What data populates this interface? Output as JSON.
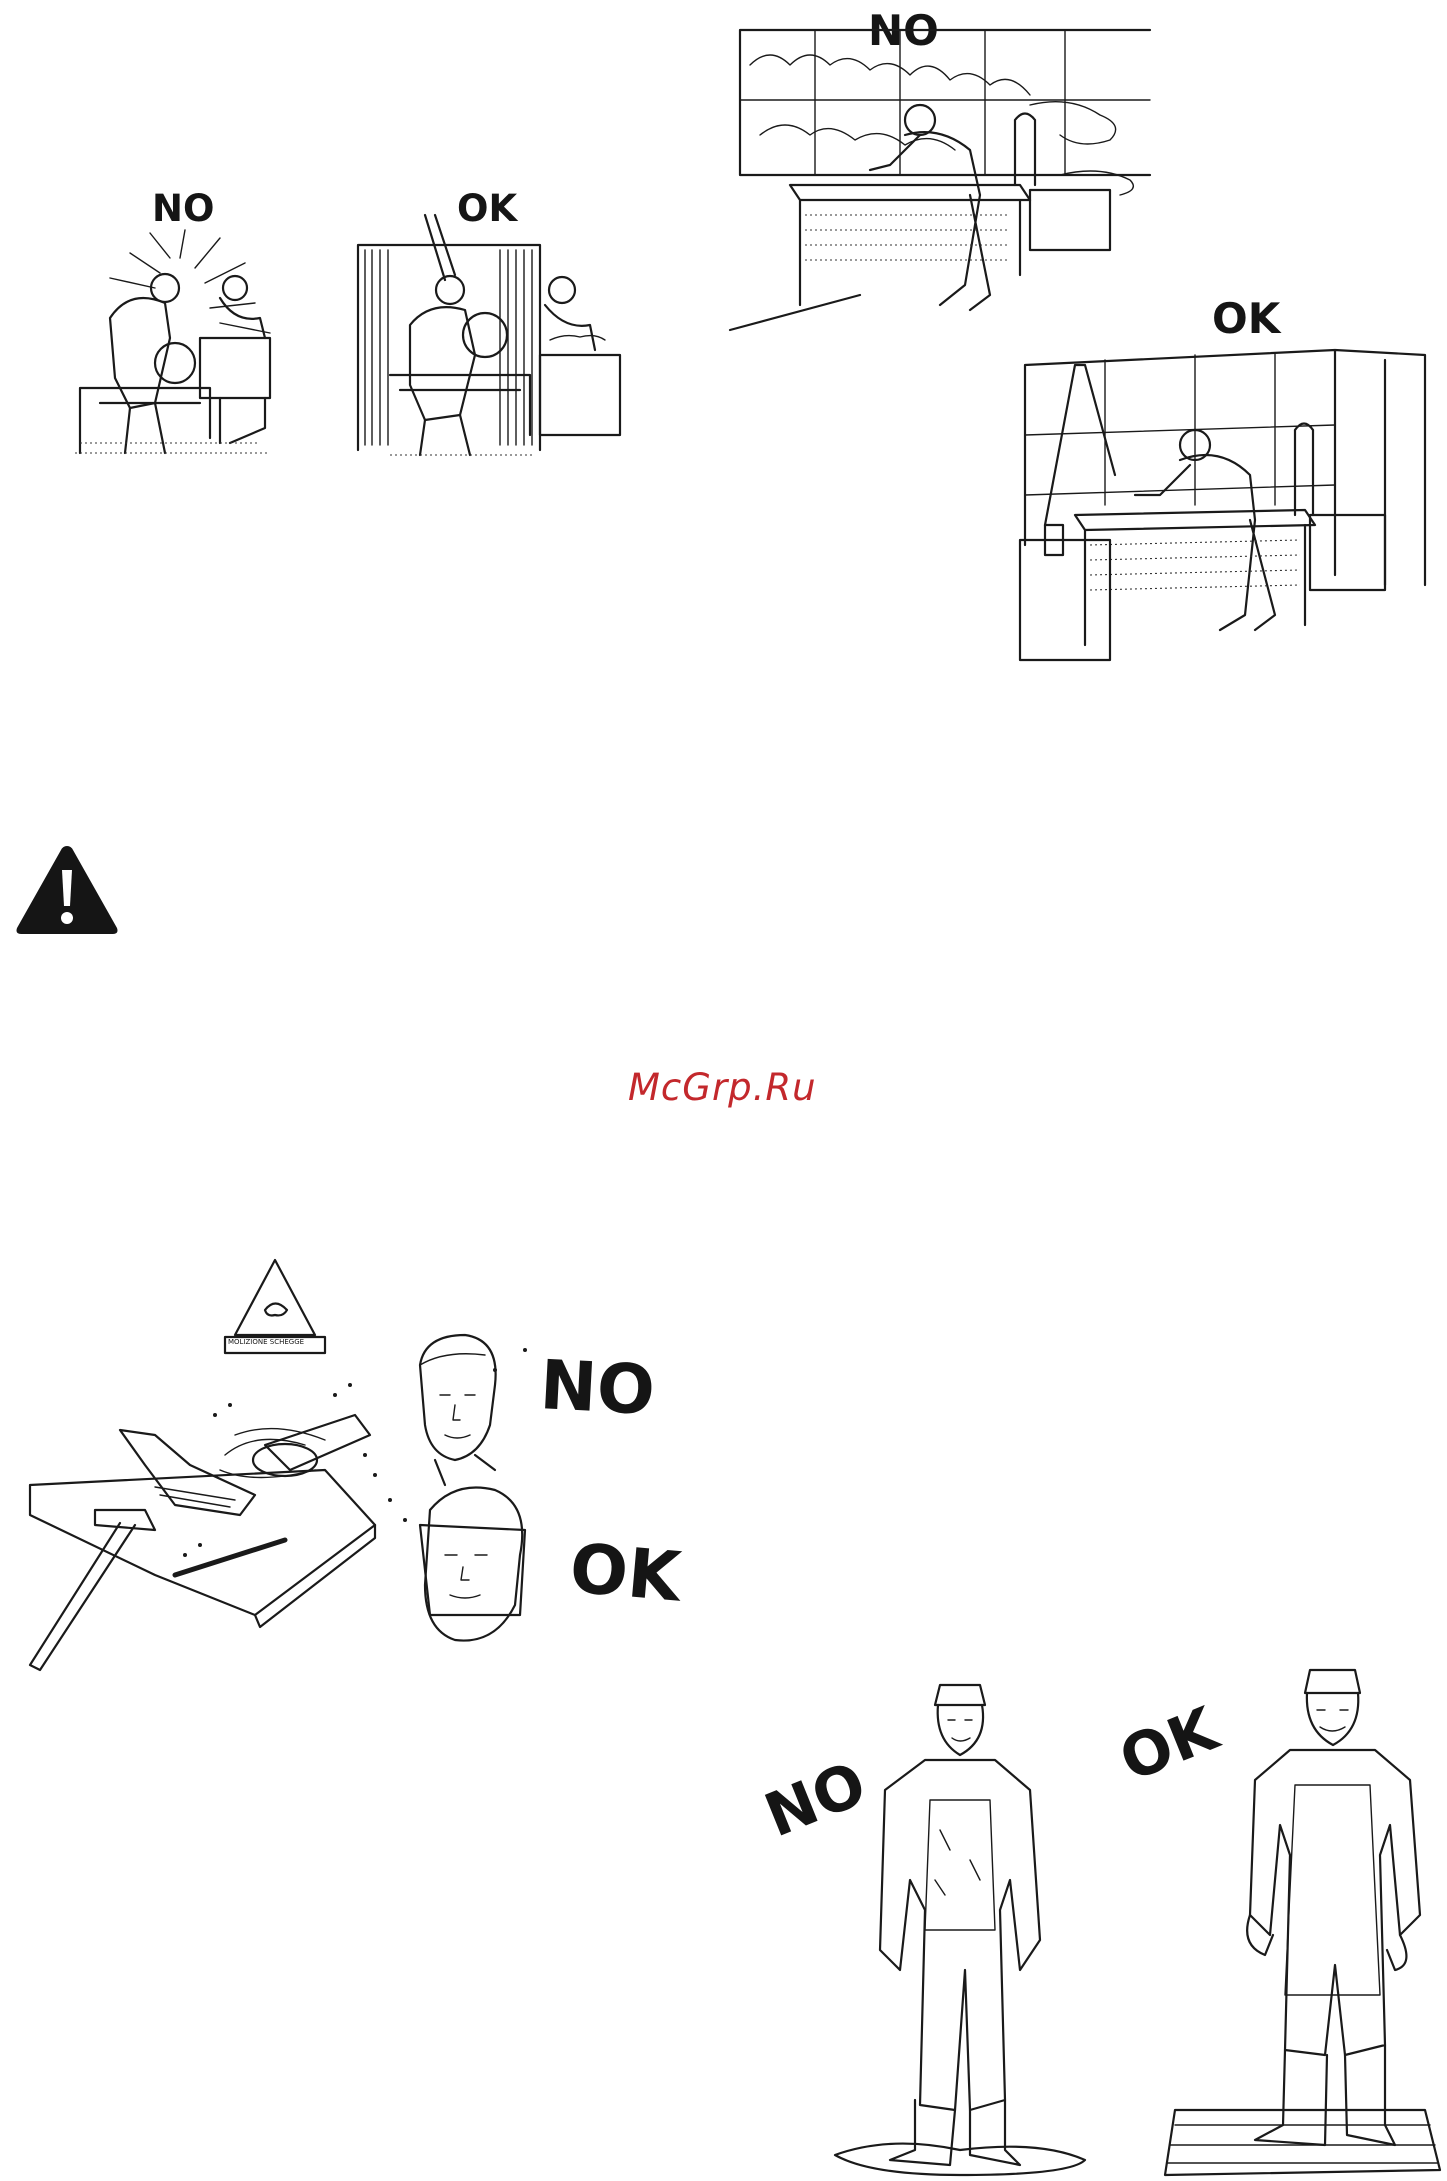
{
  "watermark": "McGrp.Ru",
  "panels": {
    "small_booth": {
      "no_label": "NO",
      "ok_label": "OK"
    },
    "ventilation": {
      "no_label": "NO",
      "ok_label": "OK"
    },
    "grinding": {
      "sign_caption": "MOLIZIONE SCHEGGE",
      "no_label": "NO",
      "ok_label": "OK"
    },
    "clothing": {
      "no_label": "NO",
      "ok_label": "OK"
    }
  },
  "warning_icon": "warning-triangle-icon"
}
